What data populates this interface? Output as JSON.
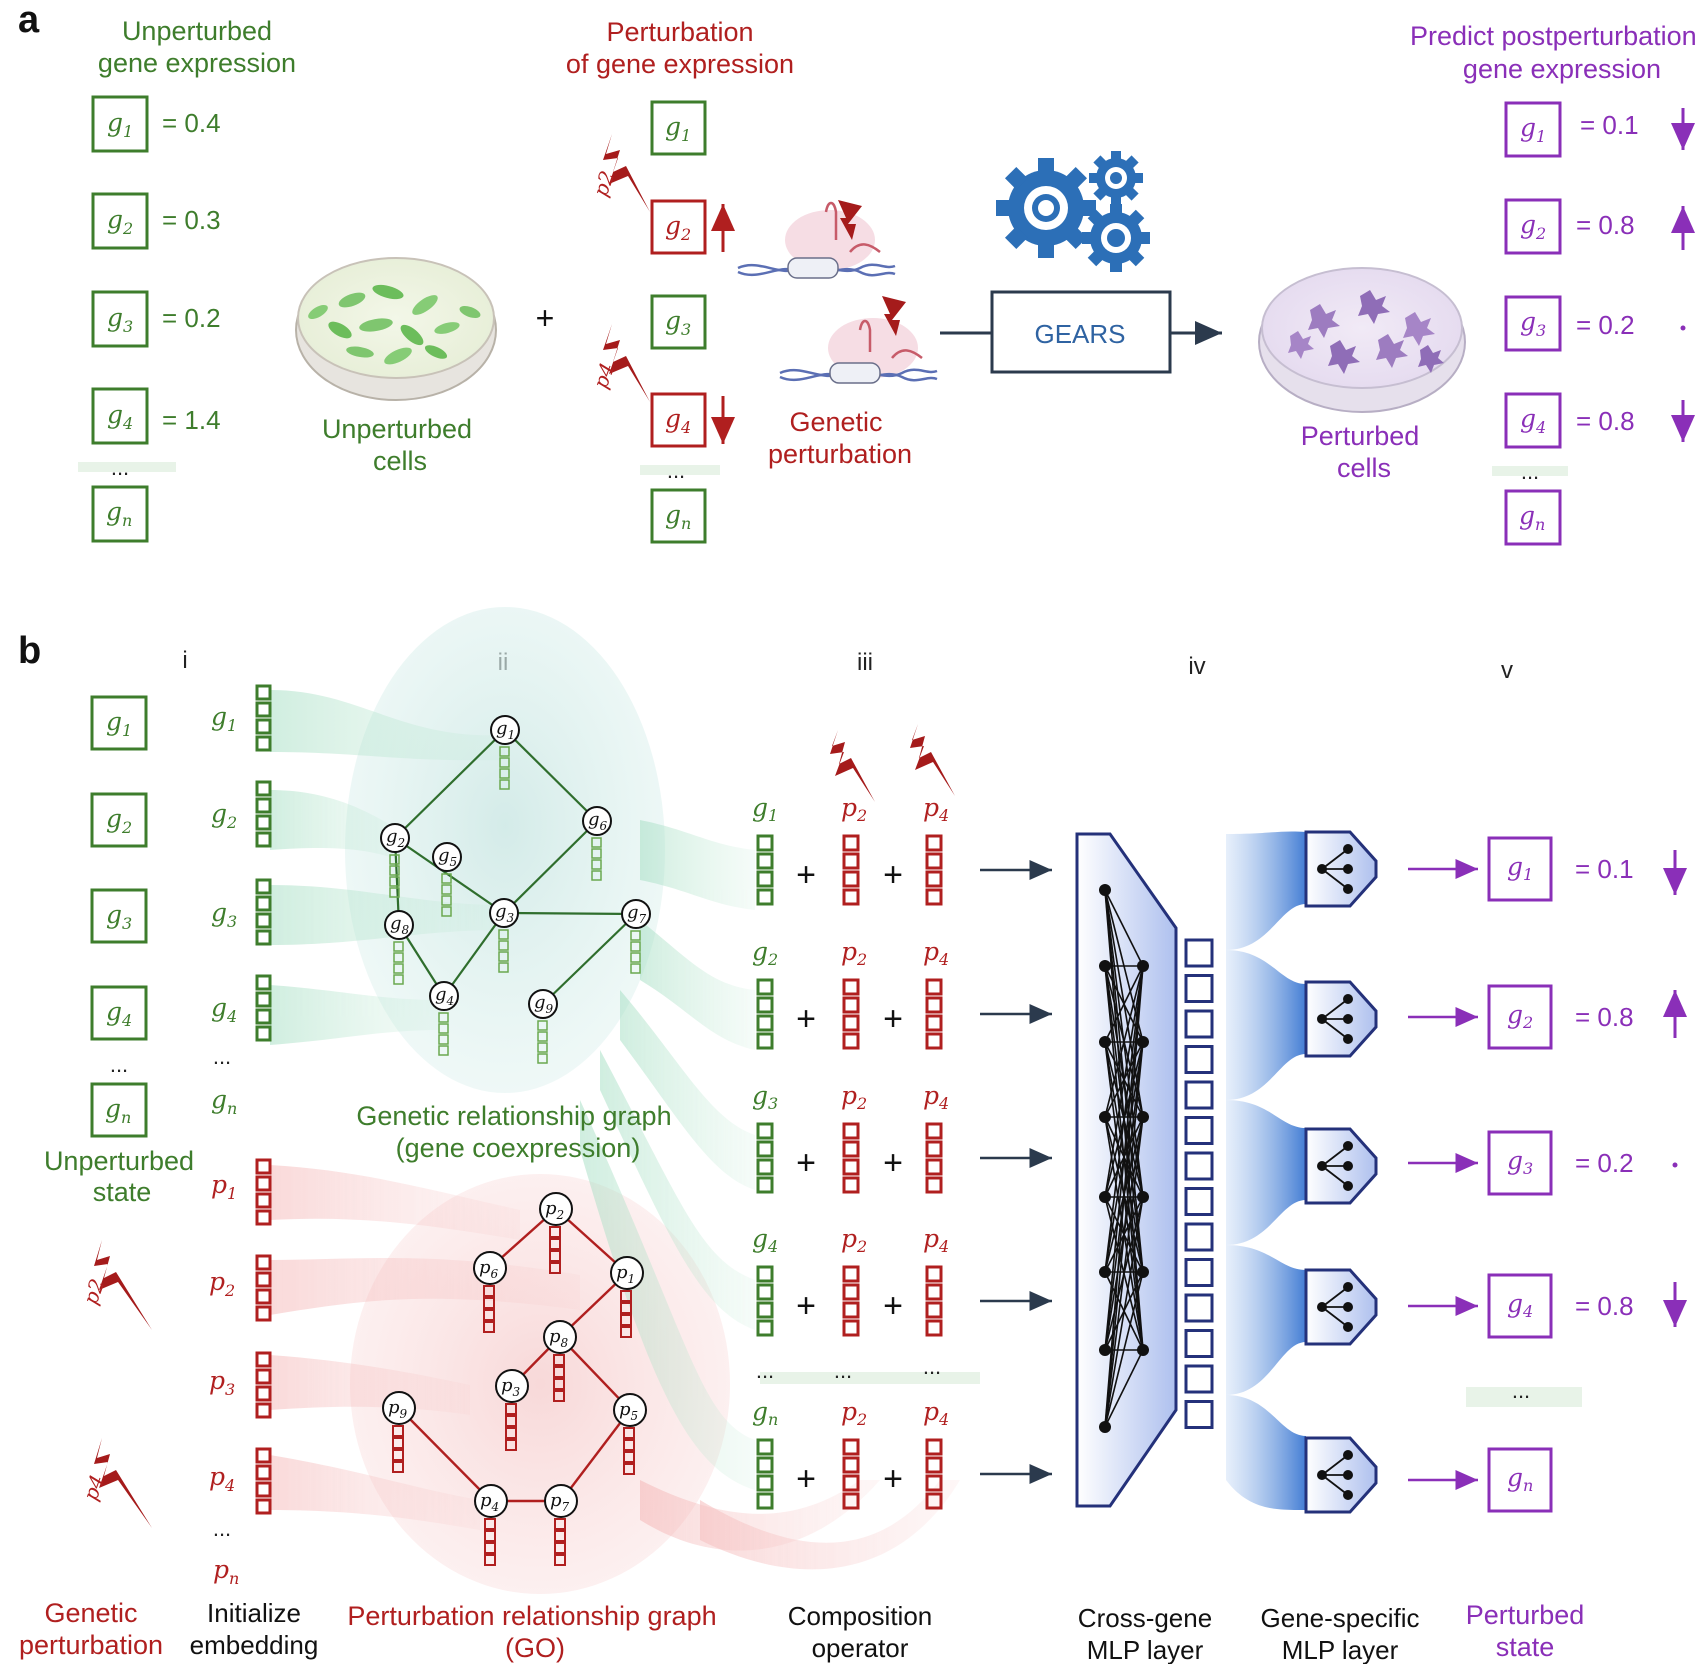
{
  "panel_a": {
    "label": "a",
    "unperturbed_title_1": "Unperturbed",
    "unperturbed_title_2": "gene expression",
    "genes": [
      "g1",
      "g2",
      "g3",
      "g4",
      "...",
      "gn"
    ],
    "unperturbed_values": [
      "= 0.4",
      "= 0.3",
      "= 0.2",
      "= 1.4"
    ],
    "unperturbed_cells_1": "Unperturbed",
    "unperturbed_cells_2": "cells",
    "plus": "+",
    "perturbation_title_1": "Perturbation",
    "perturbation_title_2": "of gene expression",
    "perturb_labels": [
      "p2",
      "p4"
    ],
    "genetic_perturbation_1": "Genetic",
    "genetic_perturbation_2": "perturbation",
    "gears": "GEARS",
    "perturbed_cells_1": "Perturbed",
    "perturbed_cells_2": "cells",
    "predict_title_1": "Predict postperturbation",
    "predict_title_2": "gene expression",
    "predicted_values": [
      "= 0.1",
      "= 0.8",
      "= 0.2",
      "= 0.8"
    ],
    "ellipsis": "..."
  },
  "panel_b": {
    "label": "b",
    "columns": [
      "i",
      "ii",
      "iii",
      "iv",
      "v"
    ],
    "unperturbed_state_1": "Unperturbed",
    "unperturbed_state_2": "state",
    "genetic_perturbation_1": "Genetic",
    "genetic_perturbation_2": "perturbation",
    "initialize_1": "Initialize",
    "initialize_2": "embedding",
    "gene_labels": [
      "g1",
      "g2",
      "g3",
      "g4",
      "...",
      "gn"
    ],
    "pert_labels": [
      "p1",
      "p2",
      "p3",
      "p4",
      "...",
      "pn"
    ],
    "lightning_labels": [
      "p2",
      "p4"
    ],
    "gene_graph_title_1": "Genetic relationship graph",
    "gene_graph_title_2": "(gene coexpression)",
    "gene_nodes": [
      "g1",
      "g2",
      "g5",
      "g6",
      "g3",
      "g7",
      "g8",
      "g4",
      "g9"
    ],
    "pert_nodes": [
      "p2",
      "p6",
      "p1",
      "p8",
      "p3",
      "p9",
      "p5",
      "p4",
      "p7"
    ],
    "pert_graph_title_1": "Perturbation relationship graph",
    "pert_graph_title_2": "(GO)",
    "composition_1": "Composition",
    "composition_2": "operator",
    "cross_gene_1": "Cross-gene",
    "cross_gene_2": "MLP layer",
    "gene_specific_1": "Gene-specific",
    "gene_specific_2": "MLP layer",
    "perturbed_state_1": "Perturbed",
    "perturbed_state_2": "state",
    "composition_rows": [
      "g1",
      "g2",
      "g3",
      "g4",
      "...",
      "gn"
    ],
    "output_genes": [
      "g1",
      "g2",
      "g3",
      "g4",
      "...",
      "gn"
    ],
    "output_values": [
      "= 0.1",
      "= 0.8",
      "= 0.2",
      "= 0.8"
    ]
  },
  "colors": {
    "green": "#3e7d2c",
    "red": "#b01f1f",
    "purple": "#8a2fb8",
    "blue": "#2f63a2",
    "navy": "#24317a"
  }
}
